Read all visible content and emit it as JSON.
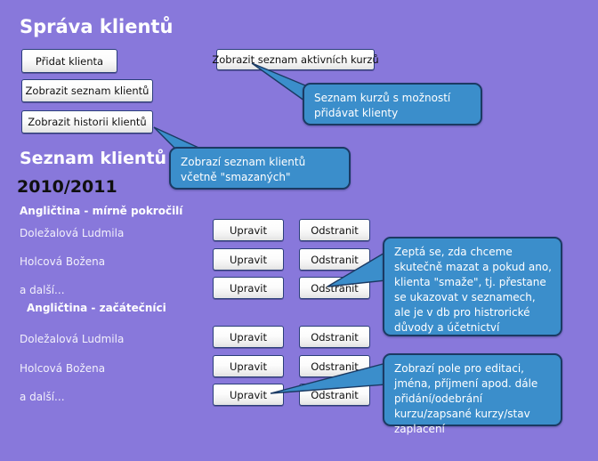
{
  "page": {
    "title": "Správa klientů",
    "background_color": "#8878db",
    "callout_color": "#3b8ecb",
    "callout_border_color": "#1b3a63",
    "button_border_color": "#2b3f7a"
  },
  "actions": {
    "add_client": "Přidat klienta",
    "show_client_list": "Zobrazit seznam klientů",
    "show_client_history": "Zobrazit historii  klientů",
    "show_active_courses": "Zobrazit seznam aktivních kurzů"
  },
  "callouts": {
    "active_courses": "Seznam kurzů s možností přidávat klienty",
    "client_history": "Zobrazí seznam klientů včetně \"smazaných\"",
    "delete": "Zeptá se, zda chceme skutečně mazat a pokud ano, klienta \"smaže\", tj. přestane se ukazovat v seznamech, ale je v db pro histrorické důvody a účetnictví",
    "edit": "Zobrazí pole pro editaci, jména, příjmení apod. dále přidání/odebrání kurzu/zapsané kurzy/stav zaplacení"
  },
  "list": {
    "heading": "Seznam klientů",
    "year": "2010/2011",
    "row_buttons": {
      "edit": "Upravit",
      "delete": "Odstranit"
    },
    "groups": [
      {
        "course": "Angličtina - mírně pokročilí",
        "clients": [
          "Doležalová Ludmila",
          "Holcová Božena",
          "a další..."
        ]
      },
      {
        "course": "Angličtina - začátečníci",
        "clients": [
          "Doležalová Ludmila",
          "Holcová Božena",
          "a další..."
        ]
      }
    ]
  }
}
